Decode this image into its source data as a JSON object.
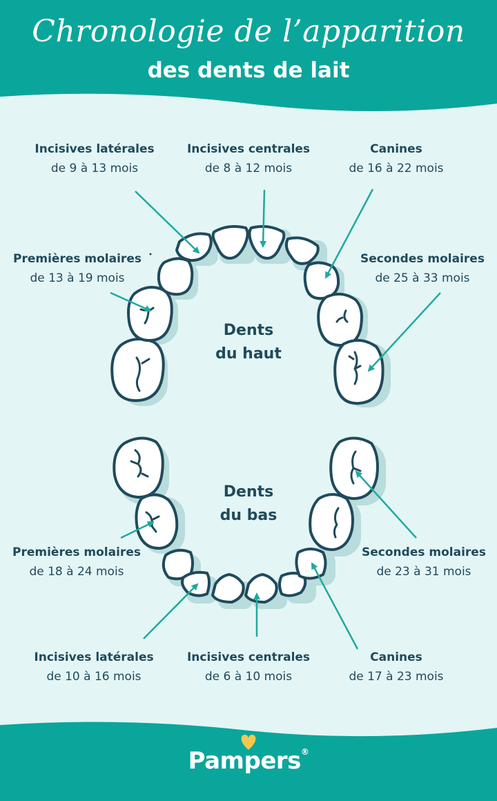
{
  "header": {
    "title_line1": "Chronologie de l’apparition",
    "title_line2": "des dents de lait"
  },
  "upper": {
    "center_line1": "Dents",
    "center_line2": "du haut",
    "incisives_laterales": {
      "name": "Incisives latérales",
      "age": "de 9 à 13 mois"
    },
    "incisives_centrales": {
      "name": "Incisives centrales",
      "age": "de 8 à 12 mois"
    },
    "canines": {
      "name": "Canines",
      "age": "de 16 à 22 mois"
    },
    "premieres_molaires": {
      "name": "Premières molaires",
      "age": "de 13 à 19 mois"
    },
    "secondes_molaires": {
      "name": "Secondes molaires",
      "age": "de 25 à 33 mois"
    }
  },
  "lower": {
    "center_line1": "Dents",
    "center_line2": "du bas",
    "premieres_molaires": {
      "name": "Premières molaires",
      "age": "de 18 à 24 mois"
    },
    "secondes_molaires": {
      "name": "Secondes molaires",
      "age": "de 23 à 31 mois"
    },
    "incisives_laterales": {
      "name": "Incisives latérales",
      "age": "de 10 à 16 mois"
    },
    "incisives_centrales": {
      "name": "Incisives centrales",
      "age": "de 6 à 10 mois"
    },
    "canines": {
      "name": "Canines",
      "age": "de 17 à 23 mois"
    }
  },
  "footer": {
    "logo_text": "Pampers",
    "registered_mark": "®"
  },
  "colors": {
    "teal": "#0aa69b",
    "background": "#e4f5f5",
    "navy": "#1f4a5c",
    "arrow": "#1fa99e",
    "tooth_fill": "#ffffff",
    "tooth_shadow": "#b9dcdc",
    "logo_heart": "#f2c94c"
  }
}
